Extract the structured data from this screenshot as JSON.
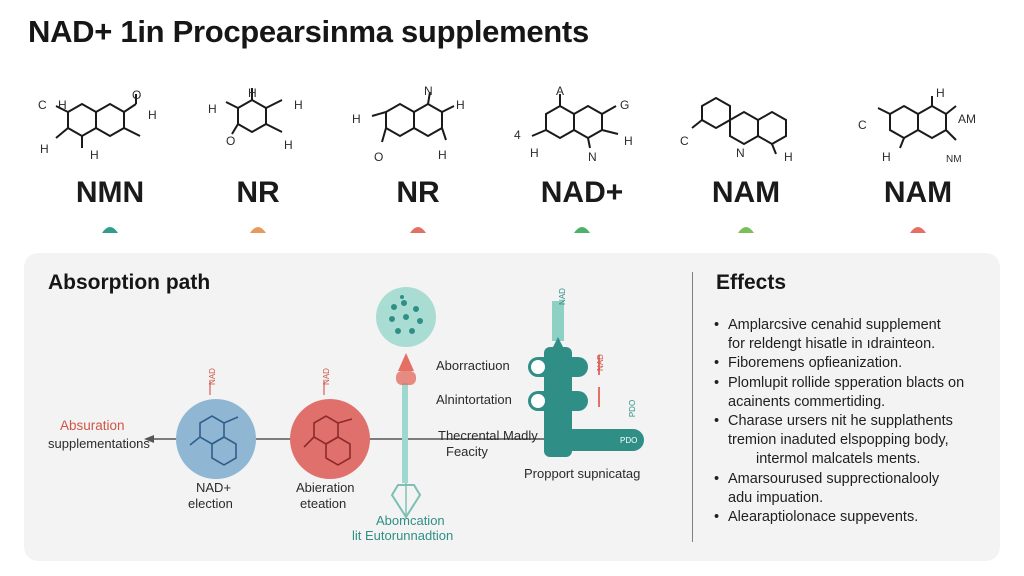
{
  "title": "NAD+ 1in Procpearsinma supplements",
  "molecules": [
    {
      "label": "NMN",
      "color": "#2f9e8c"
    },
    {
      "label": "NR",
      "color": "#e89a5d"
    },
    {
      "label": "NR",
      "color": "#e46f64"
    },
    {
      "label": "NAD+",
      "color": "#4fb06a"
    },
    {
      "label": "NAM",
      "color": "#7cbf5a"
    },
    {
      "label": "NAM",
      "color": "#e46f64"
    }
  ],
  "molecule_atoms": [
    [
      "C",
      "H",
      "O",
      "H",
      "H",
      "H"
    ],
    [
      "H",
      "H",
      "O",
      "H",
      "H"
    ],
    [
      "N",
      "H",
      "H",
      "O",
      "H"
    ],
    [
      "A",
      "G",
      "4",
      "H",
      "H",
      "N"
    ],
    [
      "C",
      "N",
      "H"
    ],
    [
      "H",
      "C",
      "AM",
      "H",
      "NM"
    ]
  ],
  "absorption": {
    "title": "Absorption path",
    "left_label_1": "Absuration",
    "left_label_2": "supplementations",
    "blue_label_1": "NAD+",
    "blue_label_2": "election",
    "red_label_1": "Abieration",
    "red_label_2": "eteation",
    "top_label_1": "Aborractiuon",
    "top_label_2": "Alnintortation",
    "mid_label_1": "Thecrental Madly",
    "mid_label_2": "Feacity",
    "bottom_label_1": "Abomcation",
    "bottom_label_2": "lit Eutorunnadtion",
    "right_label": "Propport supnicatag",
    "vertical_tag_1": "NAD",
    "vertical_tag_2": "NAD",
    "pipe_tag_1": "NAD",
    "pipe_tag_2": "NAD",
    "pipe_tag_3": "PDO",
    "pipe_tag_4": "PDO"
  },
  "effects": {
    "title": "Effects",
    "items": [
      [
        "Amplarcsive cenahid supplement",
        "for reldengt hisatle in ıdrainteon."
      ],
      [
        "Fiboremens opfieanization."
      ],
      [
        "Plomlupit rollide spperation blacts on",
        "acainents commertiding."
      ],
      [
        "Charase ursers nit he supplathents",
        "tremion inaduted elspopping body,",
        "intermol malcatels ments."
      ],
      [
        "Amarsourused supprectionalooly",
        "adu impuation."
      ],
      [
        "Alearaptiolonace suppevents."
      ]
    ]
  },
  "colors": {
    "teal": "#2f8f86",
    "light_teal": "#8fd0c5",
    "blue": "#8fb7d4",
    "red": "#e0706b",
    "panel": "#f2f3f2"
  }
}
